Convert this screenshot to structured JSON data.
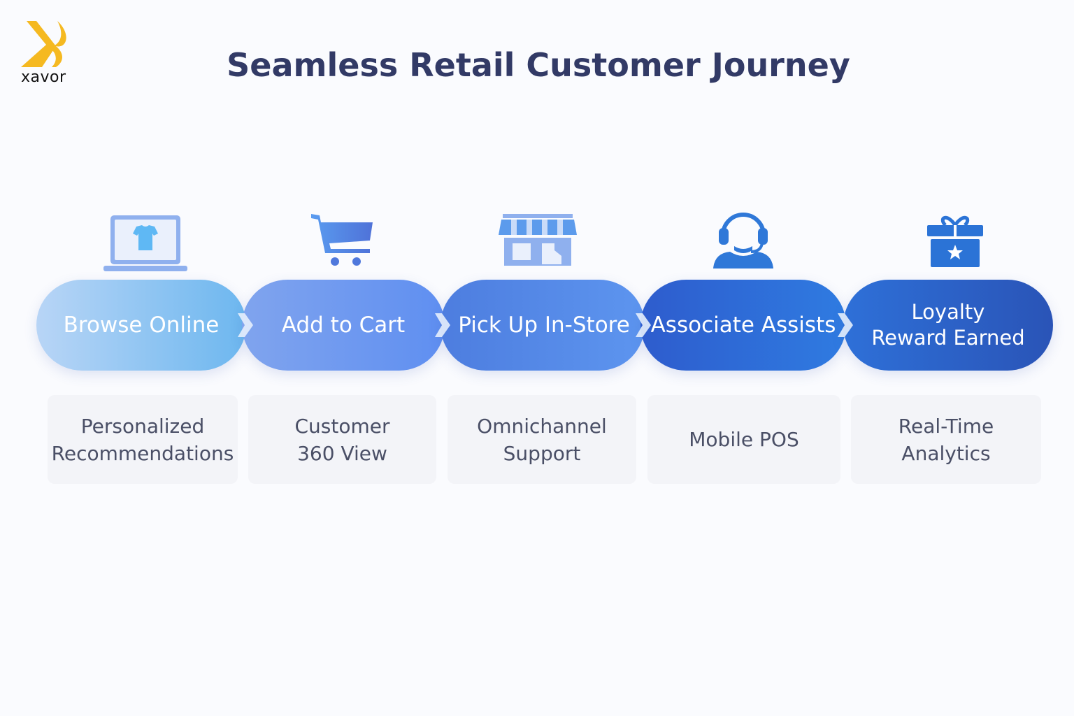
{
  "logo": {
    "text": "xavor",
    "color": "#f5b921"
  },
  "title": "Seamless Retail Customer Journey",
  "steps": [
    {
      "label": "Browse Online",
      "icon": "laptop-shirt-icon",
      "detail": "Personalized Recommendations"
    },
    {
      "label": "Add to Cart",
      "icon": "shopping-cart-icon",
      "detail": "Customer 360 View"
    },
    {
      "label": "Pick Up In-Store",
      "icon": "storefront-icon",
      "detail": "Omnichannel Support"
    },
    {
      "label": "Associate Assists",
      "icon": "headset-agent-icon",
      "detail": "Mobile POS"
    },
    {
      "label": "Loyalty Reward Earned",
      "icon": "gift-star-icon",
      "detail": "Real-Time Analytics"
    }
  ]
}
